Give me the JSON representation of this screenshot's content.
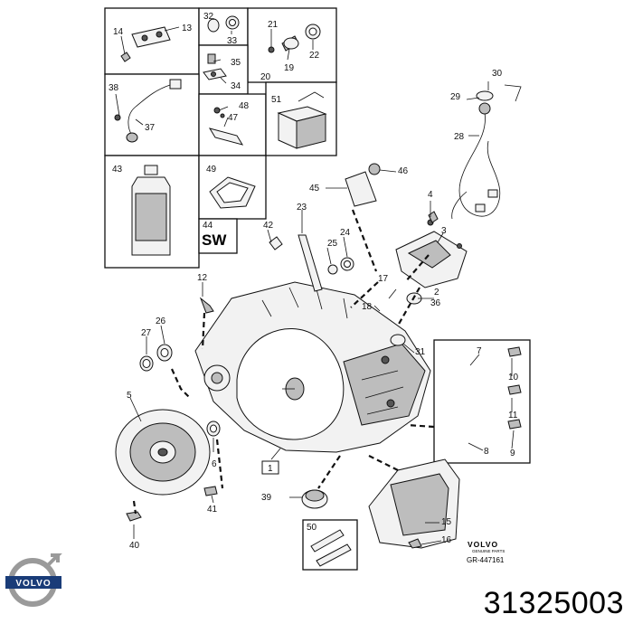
{
  "callouts": {
    "c1": "1",
    "c2": "2",
    "c3": "3",
    "c4": "4",
    "c5": "5",
    "c6": "6",
    "c7": "7",
    "c8": "8",
    "c9": "9",
    "c10": "10",
    "c11": "11",
    "c12": "12",
    "c13": "13",
    "c14": "14",
    "c15": "15",
    "c16": "16",
    "c17": "17",
    "c18": "18",
    "c19": "19",
    "c20": "20",
    "c21": "21",
    "c22": "22",
    "c23": "23",
    "c24": "24",
    "c25": "25",
    "c26": "26",
    "c27": "27",
    "c28": "28",
    "c29": "29",
    "c30": "30",
    "c31": "31",
    "c32": "32",
    "c33": "33",
    "c34": "34",
    "c35": "35",
    "c36": "36",
    "c37": "37",
    "c38": "38",
    "c39": "39",
    "c40": "40",
    "c41": "41",
    "c42": "42",
    "c43": "43",
    "c44": "44",
    "c45": "45",
    "c46": "46",
    "c47": "47",
    "c48": "48",
    "c49": "49",
    "c50": "50",
    "c51": "51"
  },
  "sw_label": "SW",
  "corner_logo": {
    "brand": "VOLVO",
    "subtitle": "GENUINE PARTS",
    "ref": "GR-447161"
  },
  "badge_text": "VOLVO",
  "part_number": "31325003",
  "colors": {
    "ink": "#111111",
    "badge_blue": "#1a3c78",
    "badge_grey": "#9a9a9a"
  }
}
